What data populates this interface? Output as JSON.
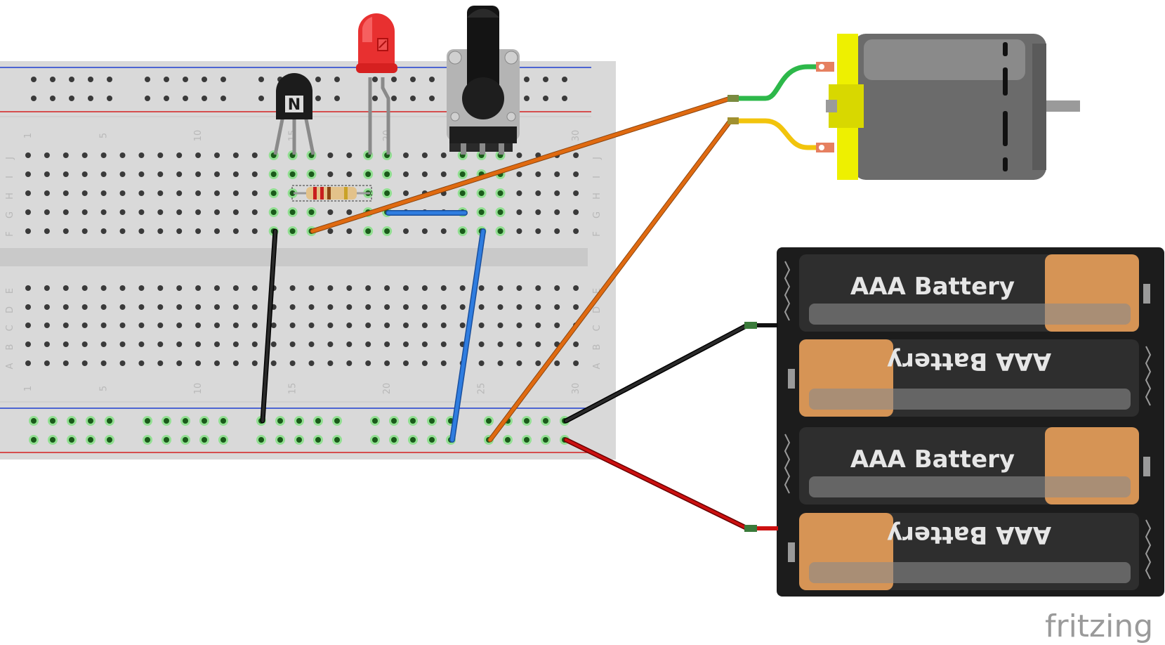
{
  "brand": {
    "text": "fritzing"
  },
  "breadboard": {
    "row_letters_top": [
      "J",
      "I",
      "H",
      "G",
      "F"
    ],
    "row_letters_bottom": [
      "E",
      "D",
      "C",
      "B",
      "A"
    ],
    "column_numbers": [
      "1",
      "5",
      "10",
      "15",
      "20",
      "25",
      "30"
    ]
  },
  "transistor": {
    "marking": "N"
  },
  "battery_pack": {
    "cells": [
      {
        "label": "AAA Battery",
        "orientation": "normal"
      },
      {
        "label": "AAA Battery",
        "orientation": "flipped"
      },
      {
        "label": "AAA Battery",
        "orientation": "normal"
      },
      {
        "label": "AAA Battery",
        "orientation": "flipped"
      }
    ]
  },
  "colors": {
    "breadboard": "#d9d9d9",
    "rail_blue": "#1f3fd0",
    "rail_red": "#d42020",
    "wire_orange": "#e06a10",
    "wire_blue": "#2f7de0",
    "wire_black": "#1a1a1a",
    "wire_red": "#cc1010",
    "motor_body": "#6b6b6b",
    "motor_face": "#eef000",
    "led": "#e83030",
    "battery_case": "#1c1c1c",
    "battery_cell": "#d69455"
  }
}
